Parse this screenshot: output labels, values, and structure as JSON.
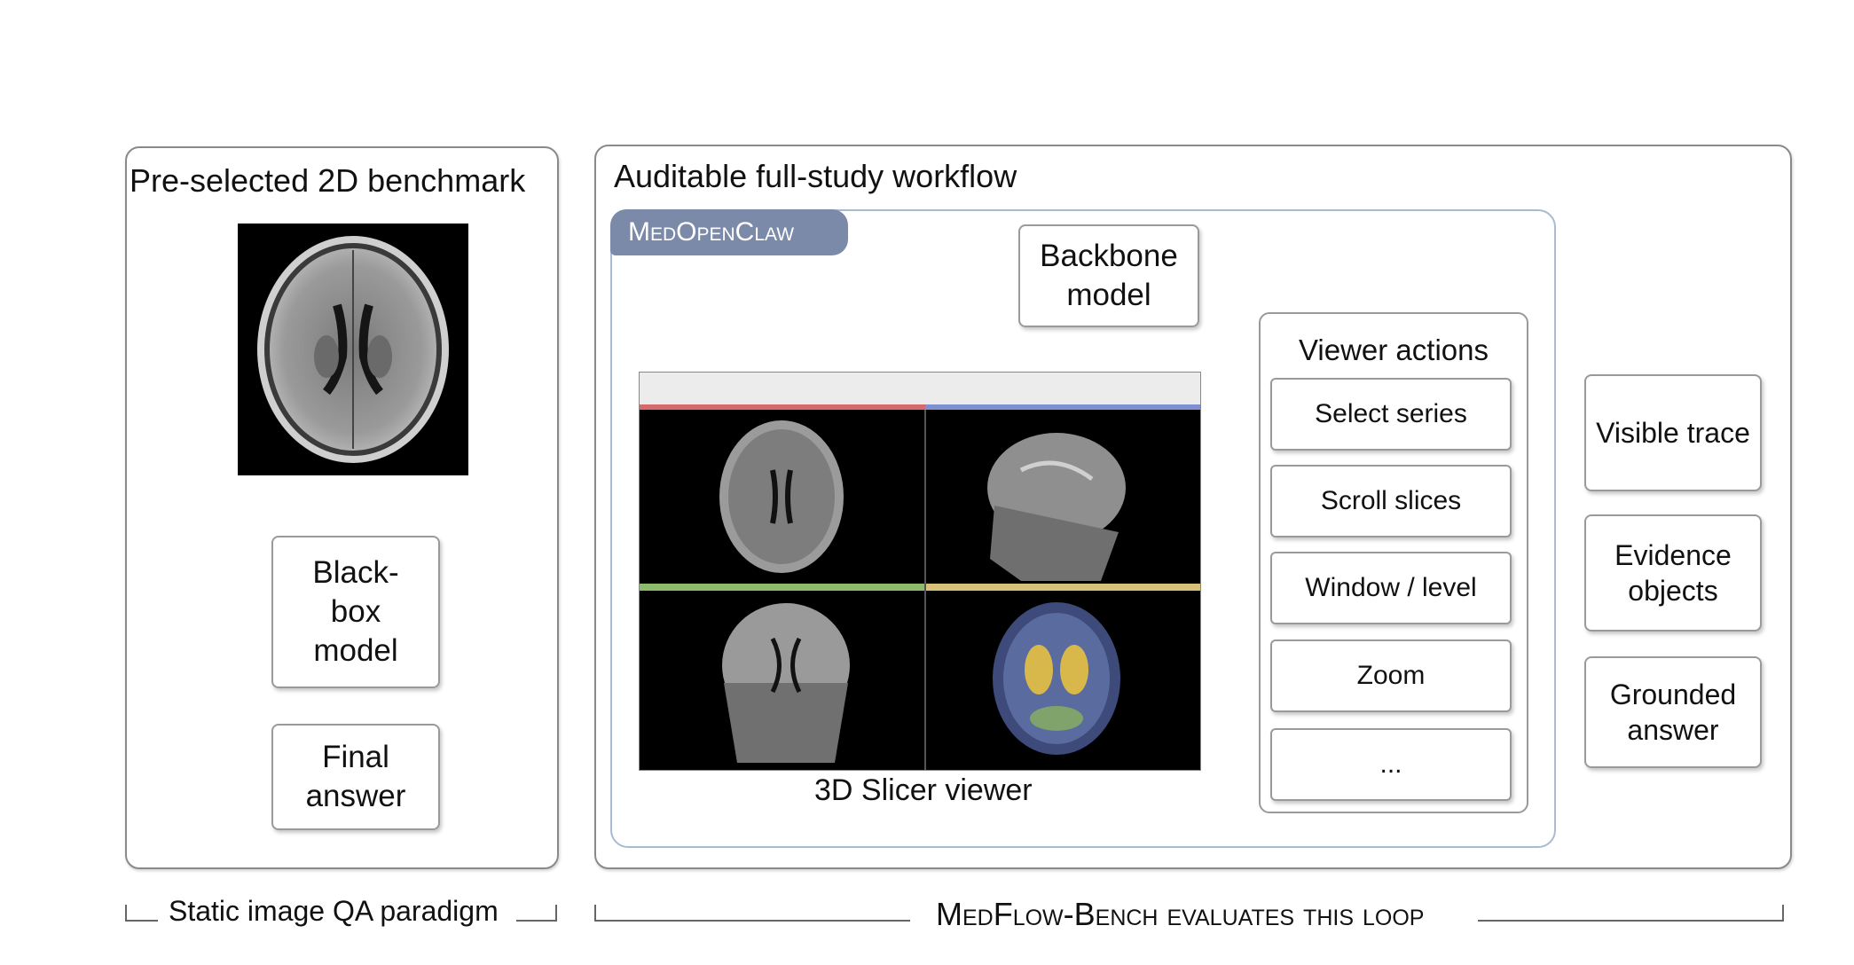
{
  "left_panel": {
    "title": "Pre-selected 2D benchmark",
    "blackbox_model": "Black-box model",
    "final_answer": "Final answer",
    "caption": "Static image QA paradigm"
  },
  "right_panel": {
    "title": "Auditable full-study workflow",
    "framework_label": "MedOpenClaw",
    "backbone_model": "Backbone model",
    "viewer_caption": "3D Slicer viewer",
    "viewer_actions": {
      "title": "Viewer actions",
      "items": [
        "Select series",
        "Scroll slices",
        "Window / level",
        "Zoom",
        "..."
      ]
    },
    "outputs": [
      "Visible trace",
      "Evidence objects",
      "Grounded answer"
    ],
    "caption": "MedFlow-Bench evaluates this loop"
  },
  "colors": {
    "framework_tag_bg": "#7b8aa8",
    "framework_border": "#a9bad3",
    "line": "#555555"
  }
}
